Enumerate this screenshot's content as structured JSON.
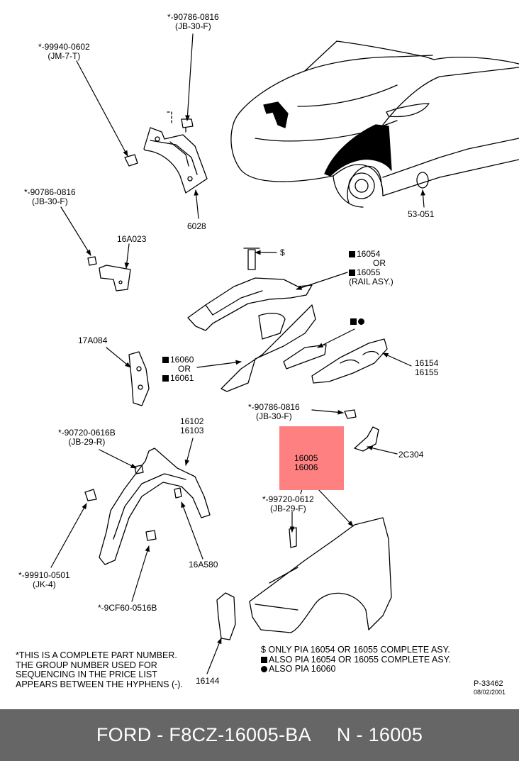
{
  "diagram": {
    "labels": {
      "p90786_top": "*-90786-0816",
      "p90786_top_grp": "(JB-30-F)",
      "p99940": "*-99940-0602",
      "p99940_grp": "(JM-7-T)",
      "p90786_left": "*-90786-0816",
      "p90786_left_grp": "(JB-30-F)",
      "p6028": "6028",
      "p53051": "53-051",
      "p16A023": "16A023",
      "dollar": "$",
      "p16054_a": "16054",
      "or1": "OR",
      "p16055_a": "16055",
      "rail_asy": "(RAIL ASY.)",
      "p17A084": "17A084",
      "p16060": "16060",
      "or2": "OR",
      "p16061": "16061",
      "p16154": "16154",
      "p16155": "16155",
      "p90786_mid": "*-90786-0816",
      "p90786_mid_grp": "(JB-30-F)",
      "p16102": "16102",
      "p16103": "16103",
      "p90720": "*-90720-0616B",
      "p90720_grp": "(JB-29-R)",
      "p2C304": "2C304",
      "p16005": "16005",
      "p16006": "16006",
      "p99720": "*-99720-0612",
      "p99720_grp": "(JB-29-F)",
      "p16A580": "16A580",
      "p99910": "*-99910-0501",
      "p99910_grp": "(JK-4)",
      "p9CF60": "*-9CF60-0516B",
      "p16144": "16144"
    },
    "notes_left": [
      "*THIS IS A COMPLETE PART NUMBER.",
      "THE GROUP NUMBER USED FOR",
      "SEQUENCING IN THE PRICE LIST",
      "APPEARS BETWEEN THE HYPHENS (-)."
    ],
    "notes_right": {
      "dollar_note": "$ ONLY PIA 16054 OR 16055 COMPLETE ASY.",
      "square_note": "ALSO PIA 16054 OR 16055 COMPLETE ASY.",
      "dot_note": "ALSO PIA 16060"
    },
    "ref_number": "P-33462",
    "ref_date": "08/02/2001"
  },
  "footer": {
    "part_code": "FORD - F8CZ-16005-BA",
    "group_code": "N - 16005",
    "background": "#666666"
  },
  "colors": {
    "highlight": "#ff8080",
    "ink": "#000000"
  }
}
